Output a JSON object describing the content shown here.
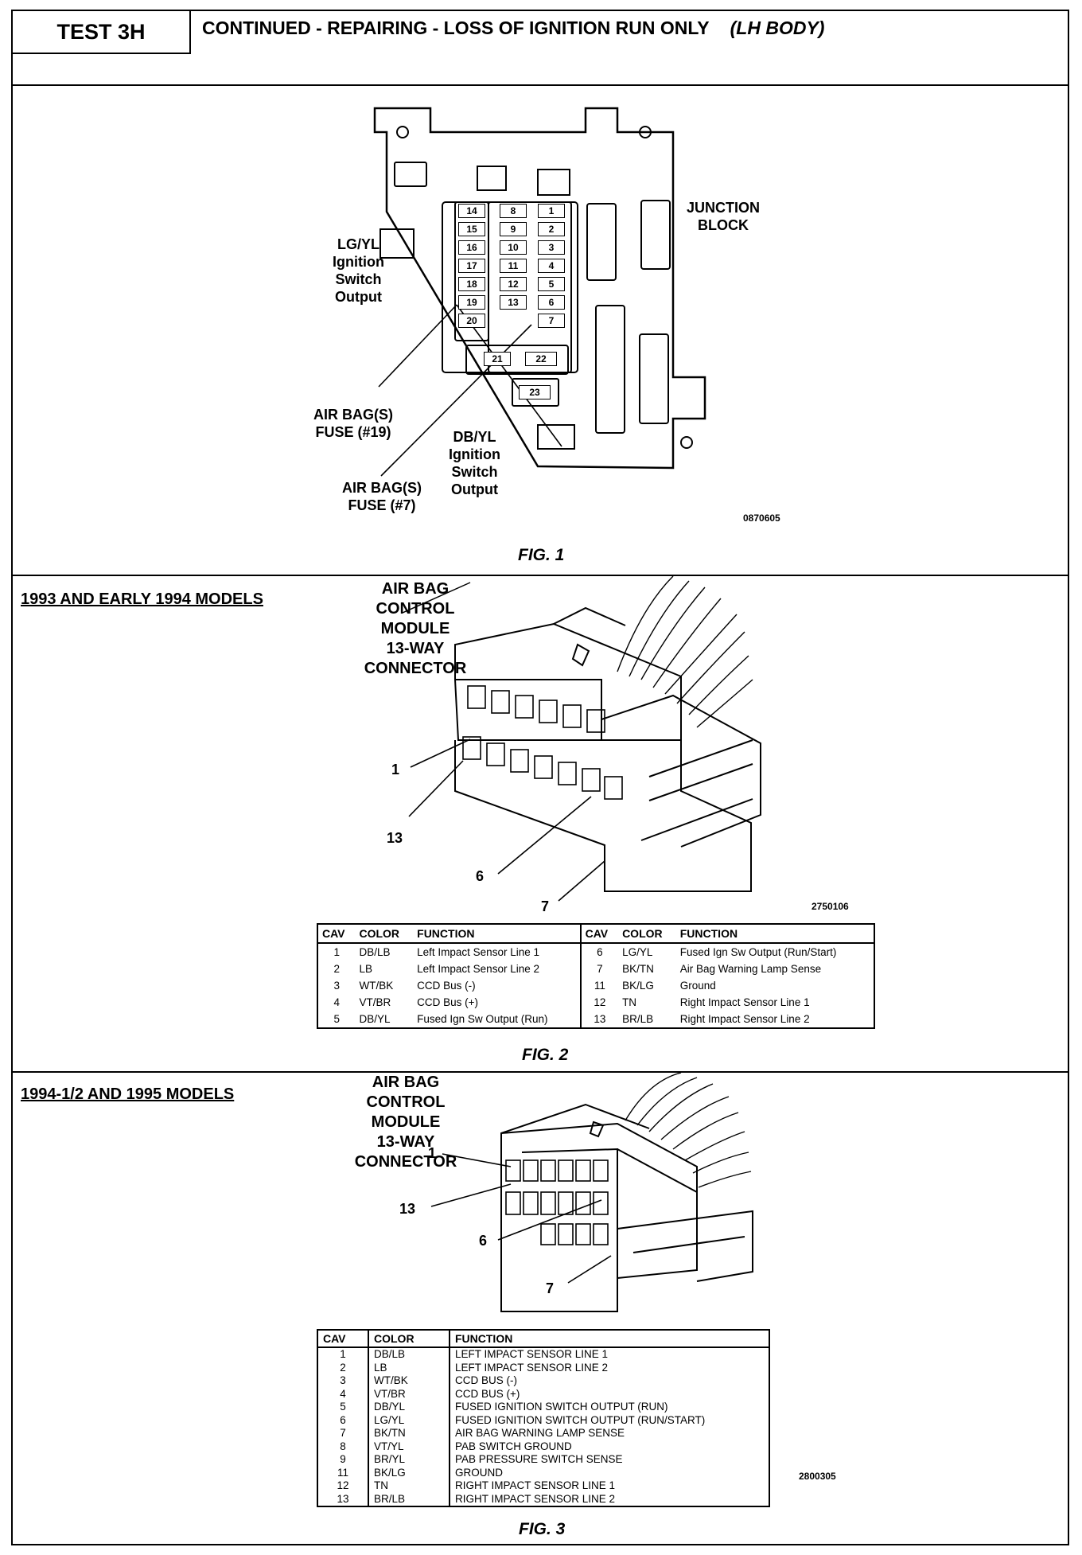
{
  "header": {
    "test": "TEST 3H",
    "title": "CONTINUED - REPAIRING - LOSS OF IGNITION RUN ONLY",
    "title_suffix": "(LH BODY)"
  },
  "fig1": {
    "junction_block": [
      "JUNCTION",
      "BLOCK"
    ],
    "fuses": [
      "14",
      "15",
      "16",
      "17",
      "18",
      "19",
      "20",
      "8",
      "9",
      "10",
      "11",
      "12",
      "13",
      "1",
      "2",
      "3",
      "4",
      "5",
      "6",
      "7",
      "21",
      "22",
      "23"
    ],
    "lg_yl": [
      "LG/YL",
      "Ignition",
      "Switch",
      "Output"
    ],
    "fuse19": [
      "AIR BAG(S)",
      "FUSE (#19)"
    ],
    "db_yl": [
      "DB/YL",
      "Ignition",
      "Switch",
      "Output"
    ],
    "fuse7": [
      "AIR BAG(S)",
      "FUSE (#7)"
    ],
    "code": "0870605",
    "label": "FIG. 1"
  },
  "fig2": {
    "caption": "1993 AND EARLY 1994 MODELS",
    "title": [
      "AIR BAG CONTROL",
      "MODULE",
      "13-WAY CONNECTOR"
    ],
    "pins": {
      "p1": "1",
      "p13": "13",
      "p6": "6",
      "p7": "7"
    },
    "code": "2750106",
    "headers": [
      "CAV",
      "COLOR",
      "FUNCTION",
      "CAV",
      "COLOR",
      "FUNCTION"
    ],
    "rows": [
      [
        "1",
        "DB/LB",
        "Left Impact Sensor Line 1",
        "6",
        "LG/YL",
        "Fused Ign Sw Output (Run/Start)"
      ],
      [
        "2",
        "LB",
        "Left Impact Sensor Line 2",
        "7",
        "BK/TN",
        "Air Bag Warning Lamp Sense"
      ],
      [
        "3",
        "WT/BK",
        "CCD Bus (-)",
        "11",
        "BK/LG",
        "Ground"
      ],
      [
        "4",
        "VT/BR",
        "CCD Bus (+)",
        "12",
        "TN",
        "Right Impact Sensor Line 1"
      ],
      [
        "5",
        "DB/YL",
        "Fused Ign Sw Output (Run)",
        "13",
        "BR/LB",
        "Right Impact Sensor Line 2"
      ]
    ],
    "label": "FIG. 2"
  },
  "fig3": {
    "caption": "1994-1/2 AND 1995 MODELS",
    "title": [
      "AIR BAG CONTROL",
      "MODULE",
      "13-WAY CONNECTOR"
    ],
    "pins": {
      "p1": "1",
      "p13": "13",
      "p6": "6",
      "p7": "7"
    },
    "code": "2800305",
    "headers": [
      "CAV",
      "COLOR",
      "FUNCTION"
    ],
    "rows": [
      [
        "1",
        "DB/LB",
        "LEFT IMPACT SENSOR LINE 1"
      ],
      [
        "2",
        "LB",
        "LEFT IMPACT SENSOR LINE 2"
      ],
      [
        "3",
        "WT/BK",
        "CCD BUS (-)"
      ],
      [
        "4",
        "VT/BR",
        "CCD BUS (+)"
      ],
      [
        "5",
        "DB/YL",
        "FUSED IGNITION SWITCH OUTPUT (RUN)"
      ],
      [
        "6",
        "LG/YL",
        "FUSED IGNITION SWITCH OUTPUT (RUN/START)"
      ],
      [
        "7",
        "BK/TN",
        "AIR BAG WARNING LAMP SENSE"
      ],
      [
        "8",
        "VT/YL",
        "PAB SWITCH GROUND"
      ],
      [
        "9",
        "BR/YL",
        "PAB PRESSURE SWITCH SENSE"
      ],
      [
        "11",
        "BK/LG",
        "GROUND"
      ],
      [
        "12",
        "TN",
        "RIGHT IMPACT SENSOR LINE 1"
      ],
      [
        "13",
        "BR/LB",
        "RIGHT IMPACT SENSOR LINE 2"
      ]
    ],
    "label": "FIG. 3"
  }
}
